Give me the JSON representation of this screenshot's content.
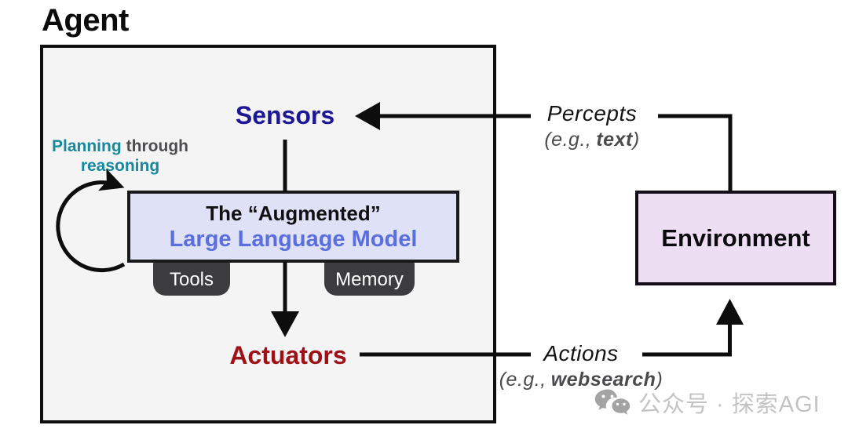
{
  "title": "Agent",
  "agent": {
    "sensors_label": "Sensors",
    "actuators_label": "Actuators",
    "planning": {
      "line1_teal": "Planning",
      "line1_gray": "through",
      "line2_teal": "reasoning"
    },
    "llm_box": {
      "line1": "The “Augmented”",
      "line2": "Large Language Model"
    },
    "tabs": [
      {
        "label": "Tools"
      },
      {
        "label": "Memory"
      }
    ]
  },
  "environment": {
    "label": "Environment"
  },
  "percepts": {
    "label": "Percepts",
    "example_prefix": "(e.g.,",
    "example_bold": "text",
    "example_suffix": ")"
  },
  "actions": {
    "label": "Actions",
    "example_prefix": "(e.g.,",
    "example_bold": "websearch",
    "example_suffix": ")"
  },
  "watermark": {
    "icon": "wechat-icon",
    "text": "公众号 · 探索AGI"
  },
  "colors": {
    "sensors_text": "#1e1795",
    "actuators_text": "#9e1116",
    "planning_teal": "#17899c",
    "llm_box_bg": "#dfe1f7",
    "llm_line2_text": "#5b6ede",
    "tab_bg": "#3c3c3e",
    "agent_box_bg": "#f4f4f5",
    "environment_box_bg": "#eedef3",
    "arrow_stroke": "#0d0d0d",
    "watermark_gray": "#c3c3c4"
  }
}
